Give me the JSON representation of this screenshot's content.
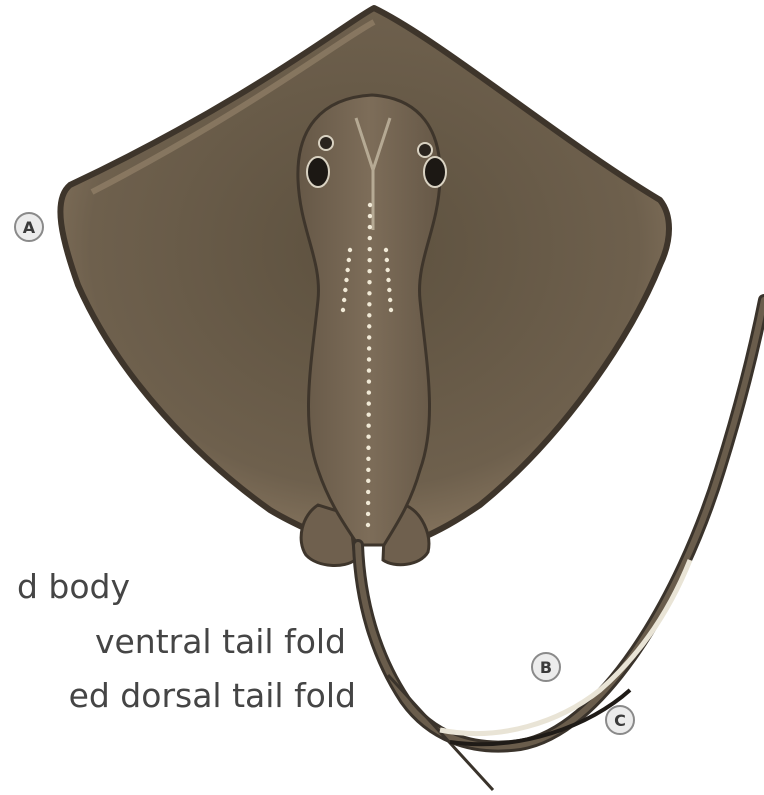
{
  "callouts": {
    "a": "A",
    "b": "B",
    "c": "C"
  },
  "legend": {
    "line_1": "d body",
    "line_2": "ventral tail fold",
    "line_3": "ed dorsal tail fold"
  },
  "colors": {
    "disc_outline": "#3e352b",
    "disc_body": "#6b5e4c",
    "disc_rim": "#8c7a63",
    "tail": "#3a332b",
    "tail_fold_light": "#e9e4d6",
    "spots": "#f1ead7",
    "callout_fill": "#ececec",
    "callout_border": "#8a8a8a",
    "text": "#454545"
  }
}
